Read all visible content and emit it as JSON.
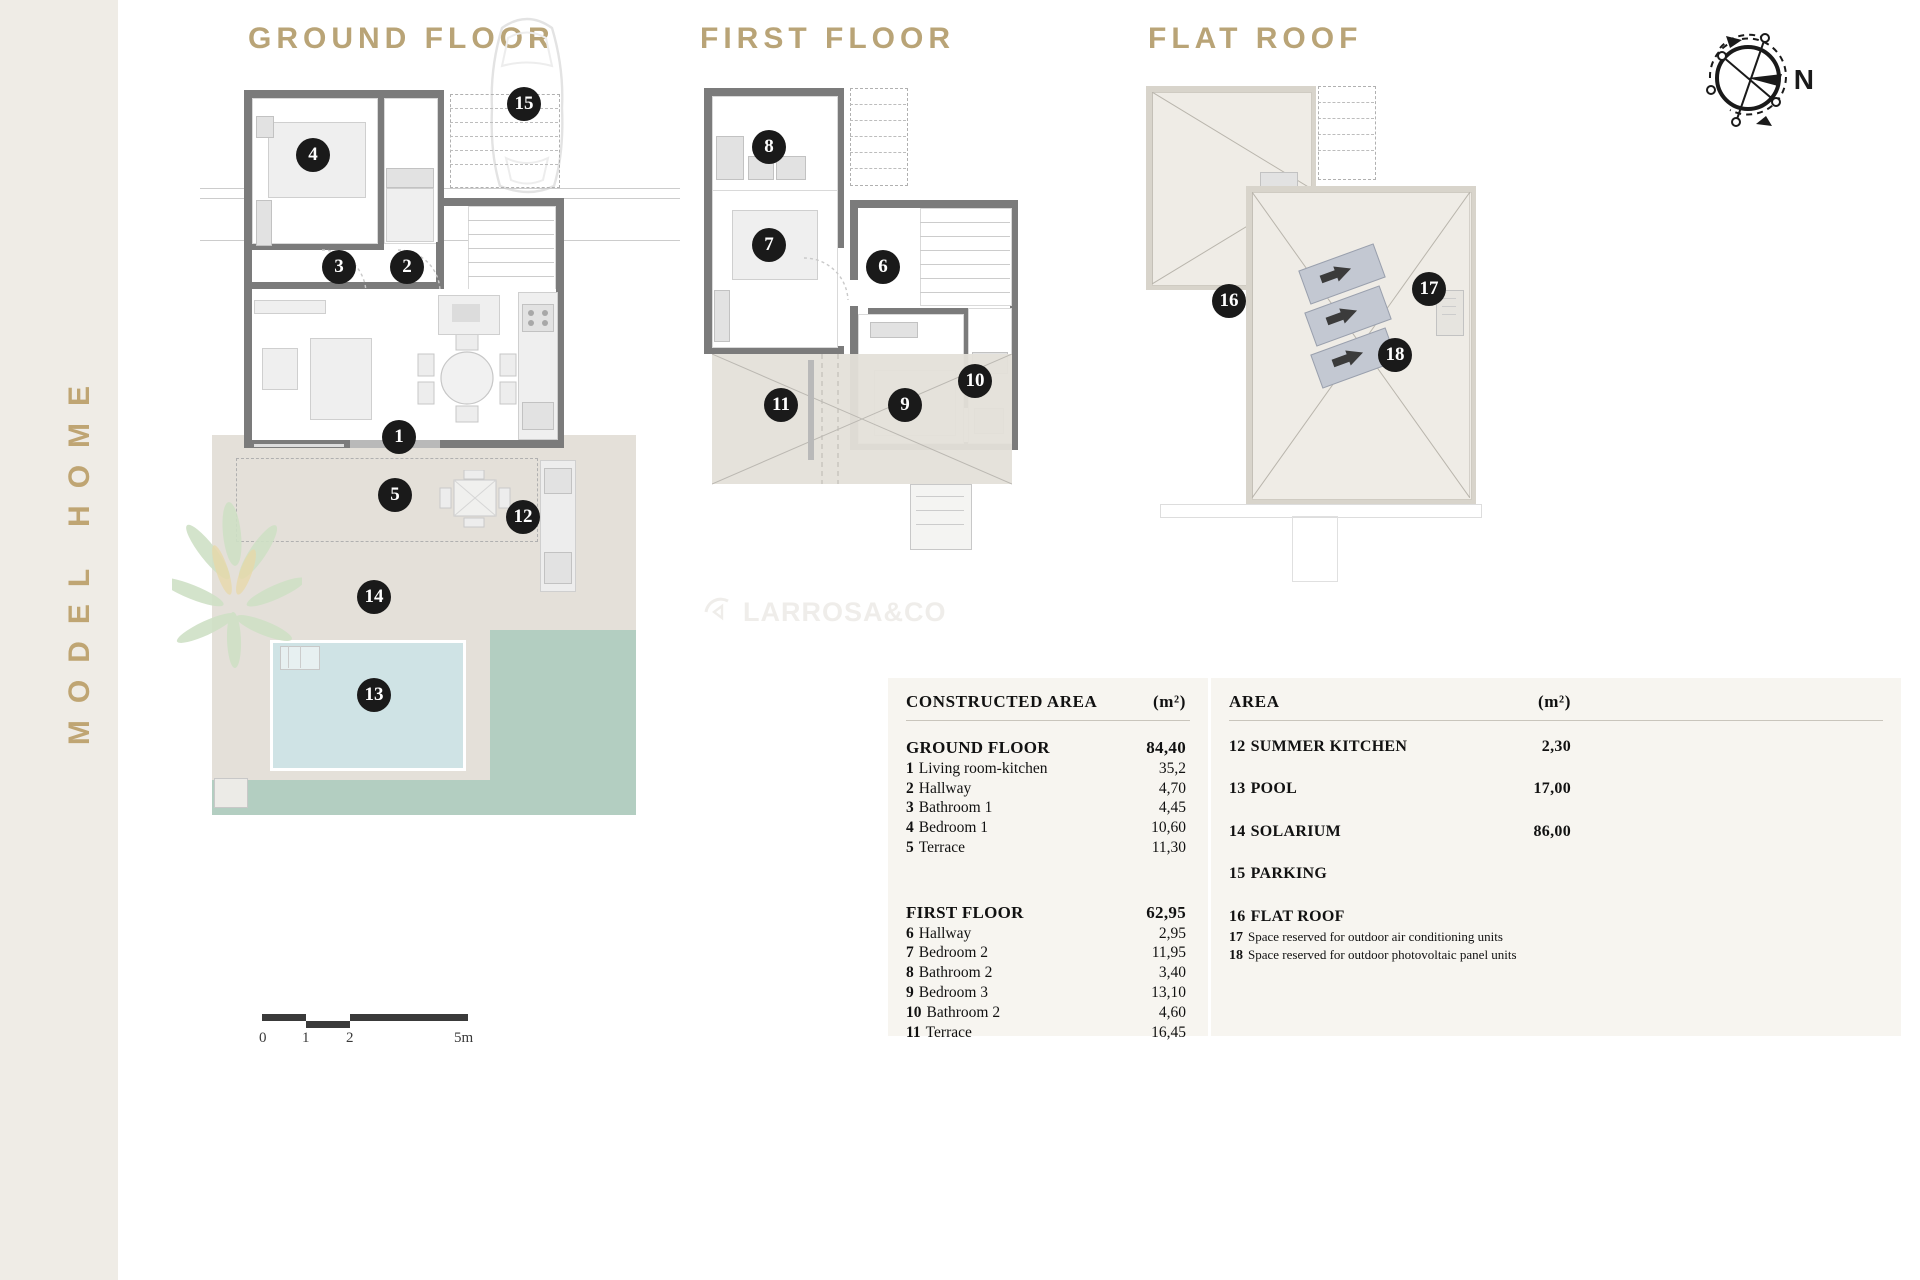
{
  "sidebar": {
    "title": "MODEL HOME"
  },
  "plans": {
    "ground": {
      "title": "GROUND FLOOR"
    },
    "first": {
      "title": "FIRST FLOOR"
    },
    "roof": {
      "title": "FLAT ROOF"
    }
  },
  "markers": {
    "ground": [
      "1",
      "2",
      "3",
      "4",
      "5",
      "12",
      "13",
      "14",
      "15"
    ],
    "first": [
      "6",
      "7",
      "8",
      "9",
      "10",
      "11"
    ],
    "roof": [
      "16",
      "17",
      "18"
    ]
  },
  "scale": {
    "ticks": [
      "0",
      "1",
      "2"
    ],
    "end": "5m"
  },
  "compass": {
    "north_label": "N"
  },
  "watermark": {
    "text": "LARROSA&CO"
  },
  "legend": {
    "left": {
      "header_label": "CONSTRUCTED AREA",
      "header_unit": "(m²)",
      "groups": [
        {
          "name": "GROUND FLOOR",
          "total": "84,40",
          "rows": [
            {
              "num": "1",
              "label": "Living room-kitchen",
              "value": "35,2"
            },
            {
              "num": "2",
              "label": "Hallway",
              "value": "4,70"
            },
            {
              "num": "3",
              "label": "Bathroom 1",
              "value": "4,45"
            },
            {
              "num": "4",
              "label": "Bedroom 1",
              "value": "10,60"
            },
            {
              "num": "5",
              "label": "Terrace",
              "value": "11,30"
            }
          ]
        },
        {
          "name": "FIRST FLOOR",
          "total": "62,95",
          "rows": [
            {
              "num": "6",
              "label": "Hallway",
              "value": "2,95"
            },
            {
              "num": "7",
              "label": "Bedroom 2",
              "value": "11,95"
            },
            {
              "num": "8",
              "label": "Bathroom 2",
              "value": "3,40"
            },
            {
              "num": "9",
              "label": "Bedroom 3",
              "value": "13,10"
            },
            {
              "num": "10",
              "label": "Bathroom 2",
              "value": "4,60"
            },
            {
              "num": "11",
              "label": "Terrace",
              "value": "16,45"
            }
          ]
        }
      ]
    },
    "right": {
      "header_label": "AREA",
      "header_unit": "(m²)",
      "rows": [
        {
          "num": "12",
          "label": "SUMMER KITCHEN",
          "value": "2,30"
        },
        {
          "num": "13",
          "label": "POOL",
          "value": "17,00"
        },
        {
          "num": "14",
          "label": "SOLARIUM",
          "value": "86,00"
        },
        {
          "num": "15",
          "label": "PARKING",
          "value": ""
        },
        {
          "num": "16",
          "label": "FLAT ROOF",
          "value": ""
        }
      ],
      "notes": [
        {
          "num": "17",
          "label": "Space reserved for outdoor air conditioning units"
        },
        {
          "num": "18",
          "label": "Space reserved for outdoor photovoltaic panel units"
        }
      ]
    }
  },
  "colors": {
    "gold": "#b9a477",
    "sidebar_bg": "#efece6",
    "legend_bg": "#f7f5f0",
    "paving": "#e4e0d9",
    "garden": "#b3cec1",
    "pool": "#cfe3e5",
    "wall": "#7b7b7b"
  }
}
